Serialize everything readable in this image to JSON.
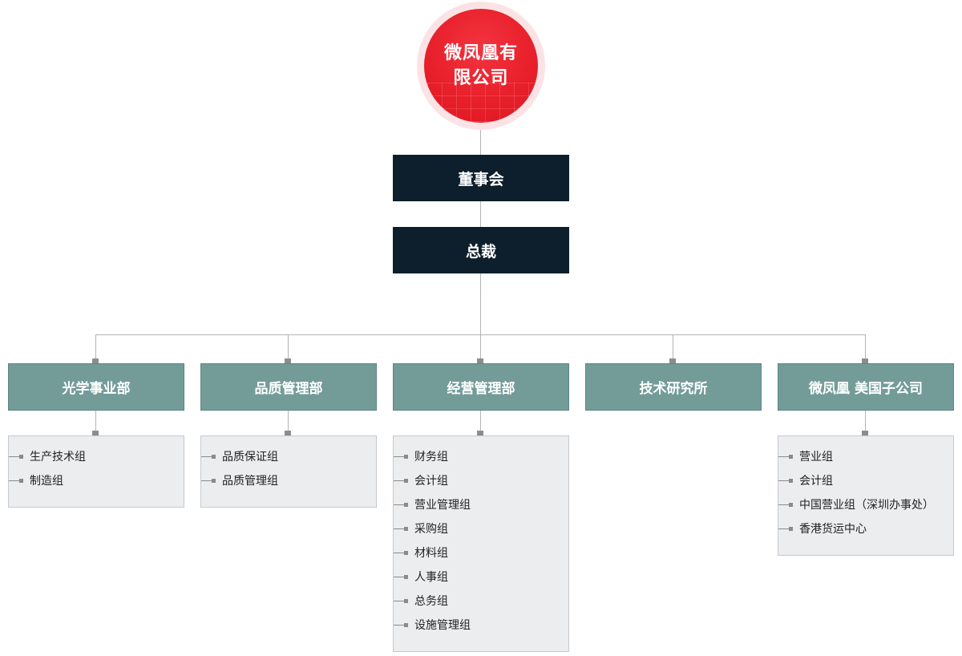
{
  "root": {
    "line1": "微凤凰有",
    "line2": "限公司"
  },
  "board": "董事会",
  "president": "总裁",
  "departments": [
    {
      "name": "光学事业部",
      "groups": [
        "生产技术组",
        "制造组"
      ]
    },
    {
      "name": "品质管理部",
      "groups": [
        "品质保证组",
        "品质管理组"
      ]
    },
    {
      "name": "经营管理部",
      "groups": [
        "财务组",
        "会计组",
        "营业管理组",
        "采购组",
        "材料组",
        "人事组",
        "总务组",
        "设施管理组"
      ]
    },
    {
      "name": "技术研究所",
      "groups": []
    },
    {
      "name": "微凤凰 美国子公司",
      "groups": [
        "营业组",
        "会计组",
        " 中国营业组（深圳办事处）",
        "香港货运中心"
      ]
    }
  ],
  "colors": {
    "root": "#e8202b",
    "dark_box": "#0d1f2c",
    "department": "#739c99",
    "group_panel": "#ebedef"
  }
}
